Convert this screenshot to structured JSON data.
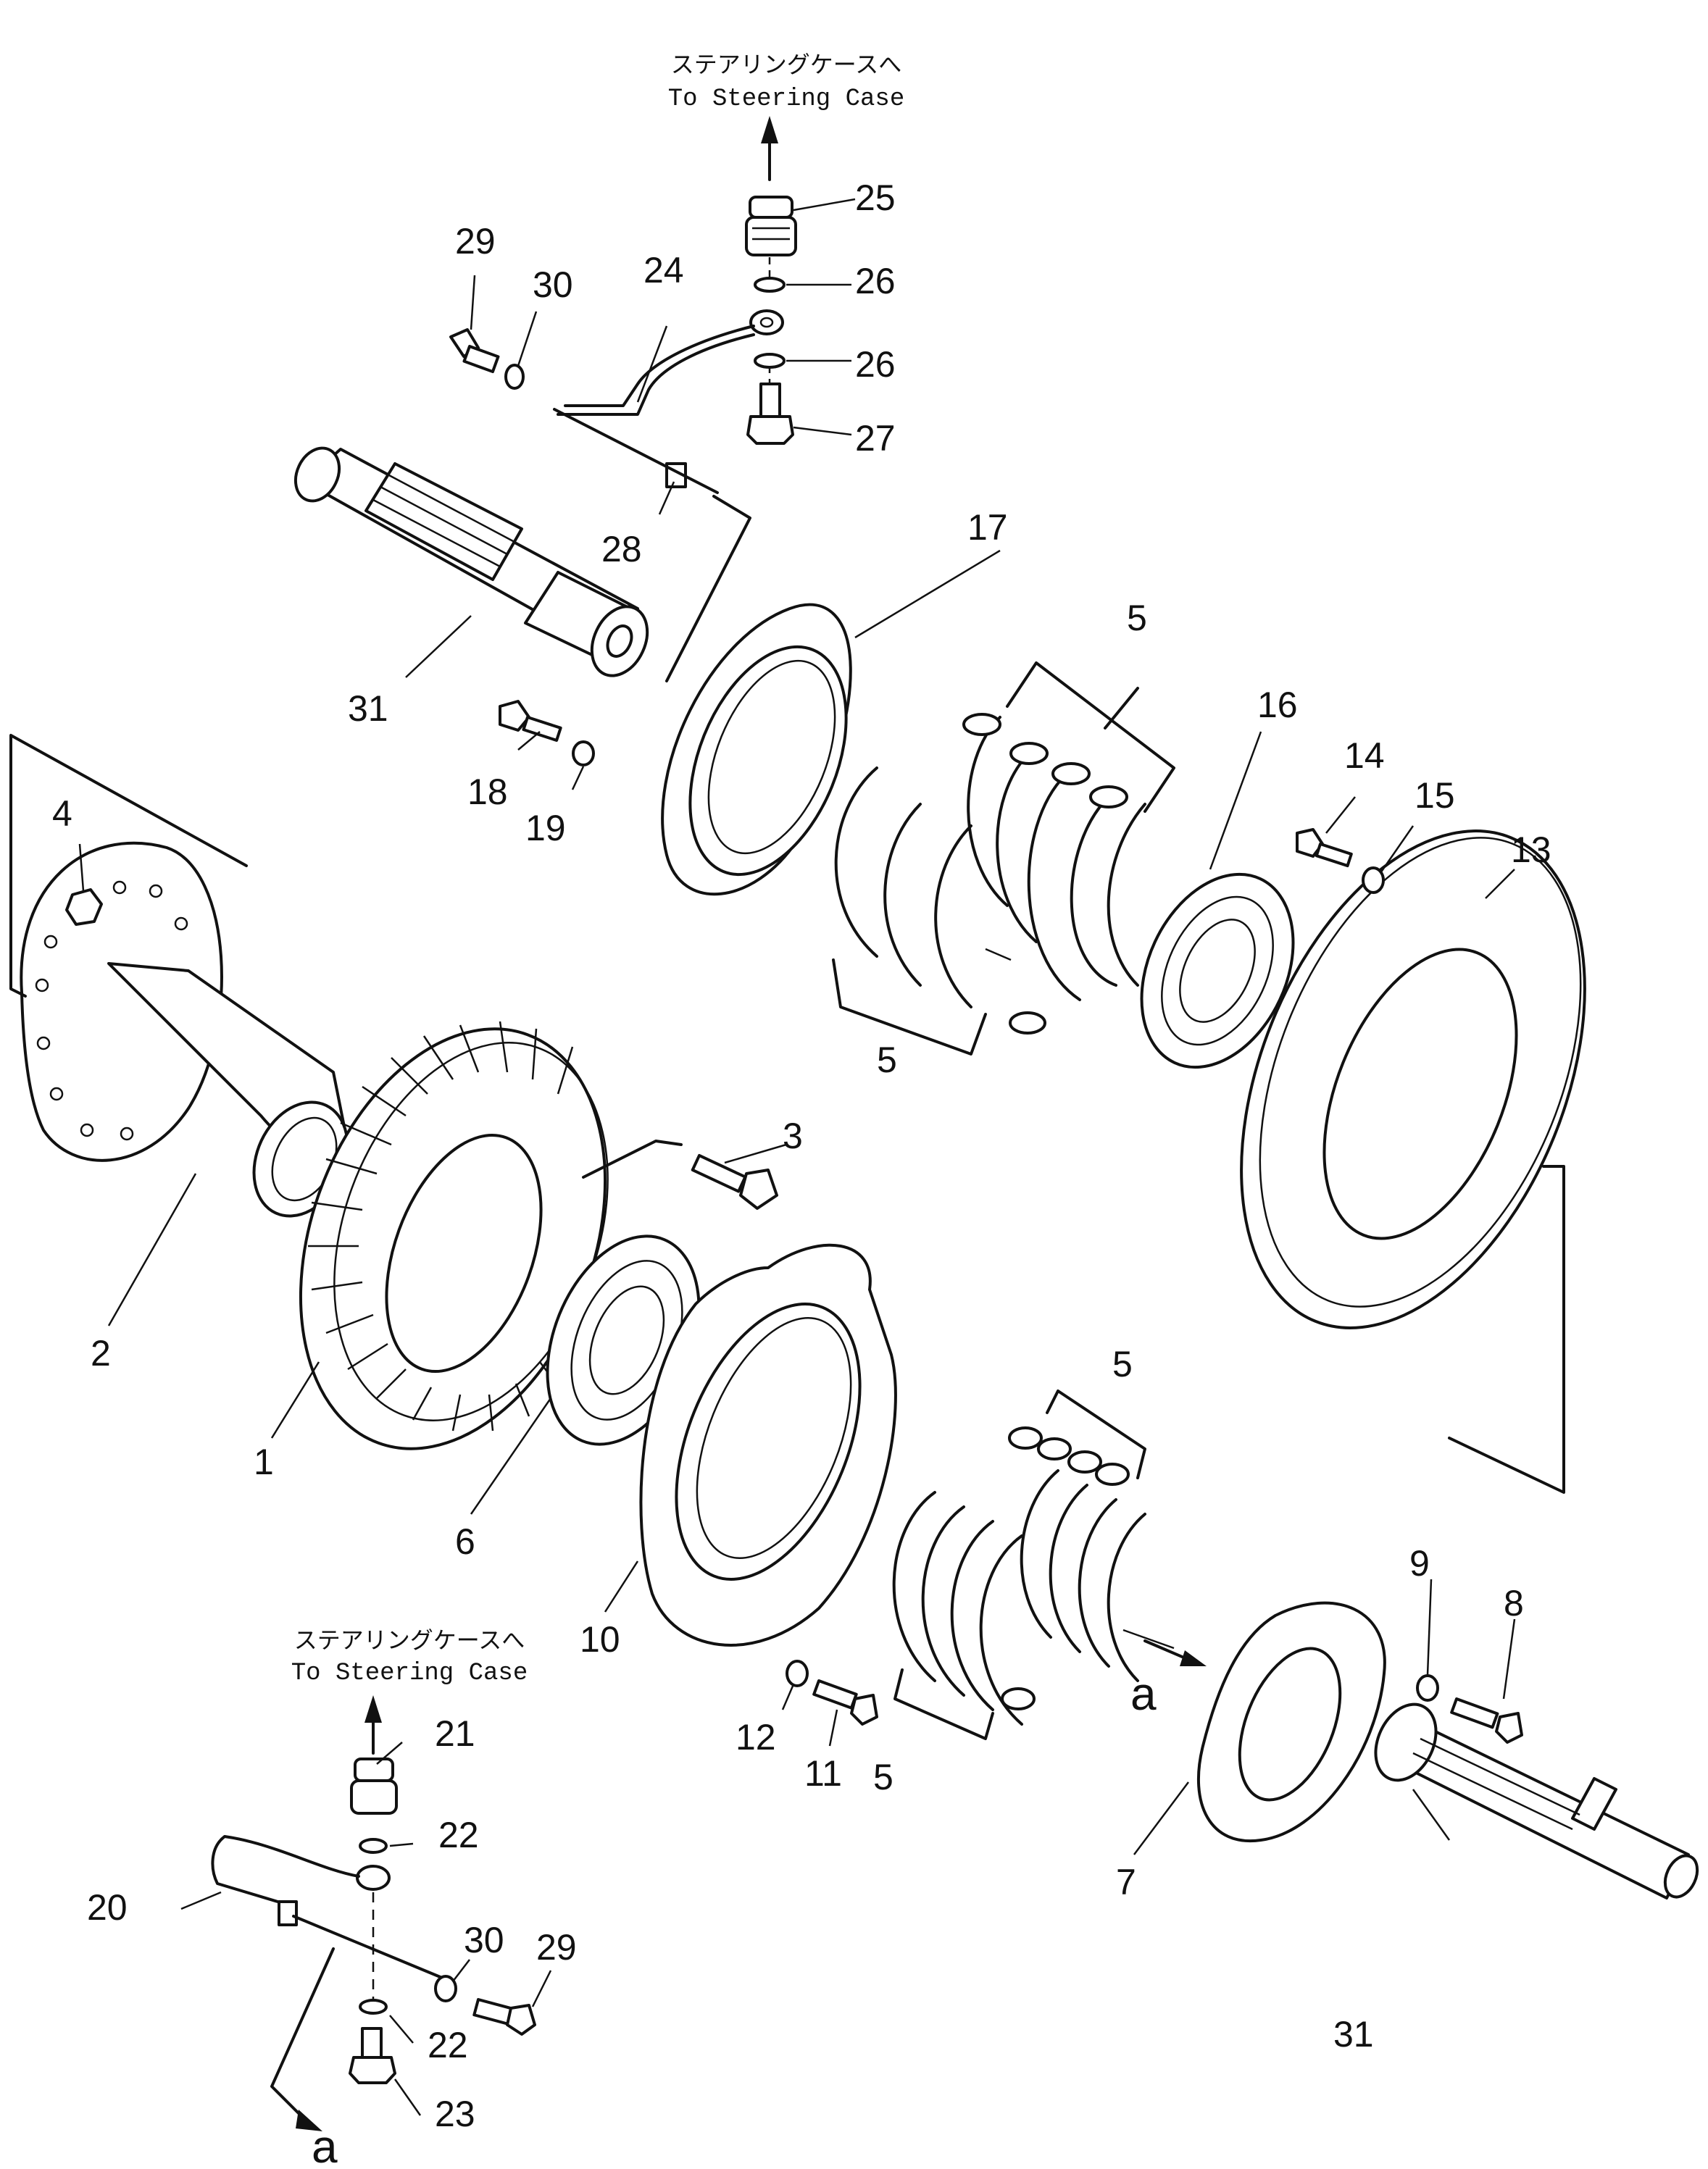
{
  "annotations": {
    "top_jp": "ステアリングケースへ",
    "top_en": "To  Steering  Case",
    "bottom_jp": "ステアリングケースへ",
    "bottom_en": "To  Steering  Case",
    "ref_a_center": "a",
    "ref_a_bottom": "a"
  },
  "part_numbers": {
    "p1": "1",
    "p2": "2",
    "p3": "3",
    "p4": "4",
    "p5a": "5",
    "p5b": "5",
    "p5c": "5",
    "p5d": "5",
    "p6": "6",
    "p7": "7",
    "p8": "8",
    "p9": "9",
    "p10": "10",
    "p11": "11",
    "p12": "12",
    "p13": "13",
    "p14": "14",
    "p15": "15",
    "p16": "16",
    "p17": "17",
    "p18": "18",
    "p19": "19",
    "p20": "20",
    "p21": "21",
    "p22a": "22",
    "p22b": "22",
    "p23": "23",
    "p24": "24",
    "p25": "25",
    "p26a": "26",
    "p26b": "26",
    "p27": "27",
    "p28": "28",
    "p29a": "29",
    "p29b": "29",
    "p30a": "30",
    "p30b": "30",
    "p31a": "31",
    "p31b": "31"
  }
}
